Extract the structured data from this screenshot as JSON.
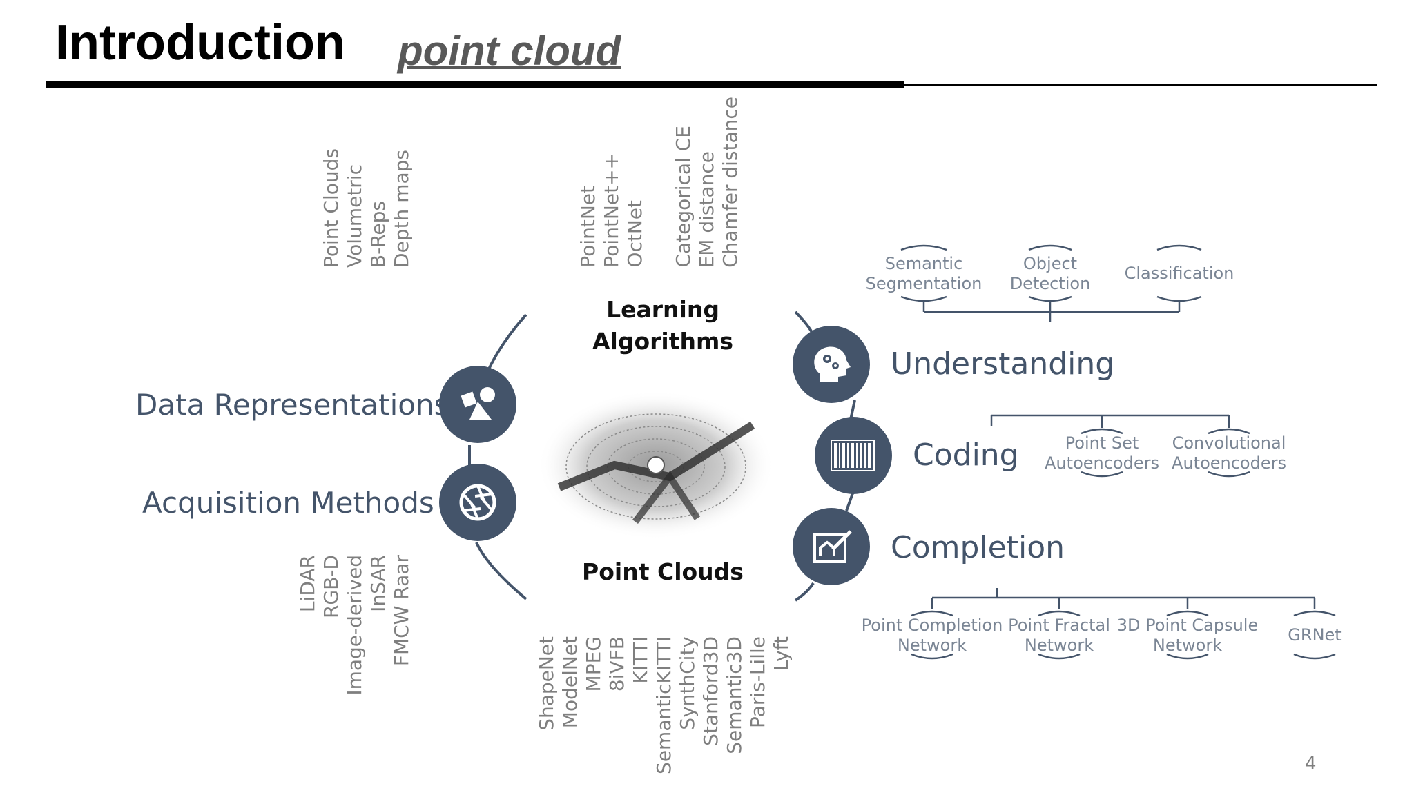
{
  "header": {
    "title": "Introduction",
    "subtitle": "point cloud"
  },
  "center": {
    "top_label_line1": "Learning",
    "top_label_line2": "Algorithms",
    "bottom_label": "Point Clouds"
  },
  "left": {
    "data_representations": {
      "label": "Data Representations",
      "items": [
        "Point Clouds",
        "Volumetric",
        "B-Reps",
        "Depth maps"
      ]
    },
    "acquisition_methods": {
      "label": "Acquisition Methods",
      "items": [
        "LiDAR",
        "RGB-D",
        "Image-derived",
        "InSAR",
        "FMCW Raar"
      ]
    }
  },
  "top": {
    "networks": [
      "PointNet",
      "PointNet++",
      "OctNet"
    ],
    "losses": [
      "Categorical CE",
      "EM distance",
      "Chamfer distance"
    ]
  },
  "bottom": {
    "datasets": [
      "ShapeNet",
      "ModelNet",
      "MPEG",
      "8iVFB",
      "KITTI",
      "SemanticKITTI",
      "SynthCity",
      "Stanford3D",
      "Semantic3D",
      "Paris-Lille",
      "Lyft"
    ]
  },
  "right": {
    "understanding": {
      "label": "Understanding",
      "children": [
        {
          "line1": "Semantic",
          "line2": "Segmentation"
        },
        {
          "line1": "Object",
          "line2": "Detection"
        },
        {
          "line1": "Classification",
          "line2": ""
        }
      ]
    },
    "coding": {
      "label": "Coding",
      "children": [
        {
          "line1": "Point Set",
          "line2": "Autoencoders"
        },
        {
          "line1": "Convolutional",
          "line2": "Autoencoders"
        }
      ]
    },
    "completion": {
      "label": "Completion",
      "children": [
        {
          "line1": "Point Completion",
          "line2": "Network"
        },
        {
          "line1": "Point Fractal",
          "line2": "Network"
        },
        {
          "line1": "3D Point Capsule",
          "line2": "Network"
        },
        {
          "line1": "GRNet",
          "line2": ""
        }
      ]
    }
  },
  "icons": [
    "shapes-icon",
    "camera-aperture-icon",
    "brain-gears-icon",
    "barcode-icon",
    "chart-pencil-icon",
    "point-cloud-image"
  ],
  "colors": {
    "accent": "#44546a",
    "muted_text": "#7f7f7f"
  },
  "page_number": "4"
}
